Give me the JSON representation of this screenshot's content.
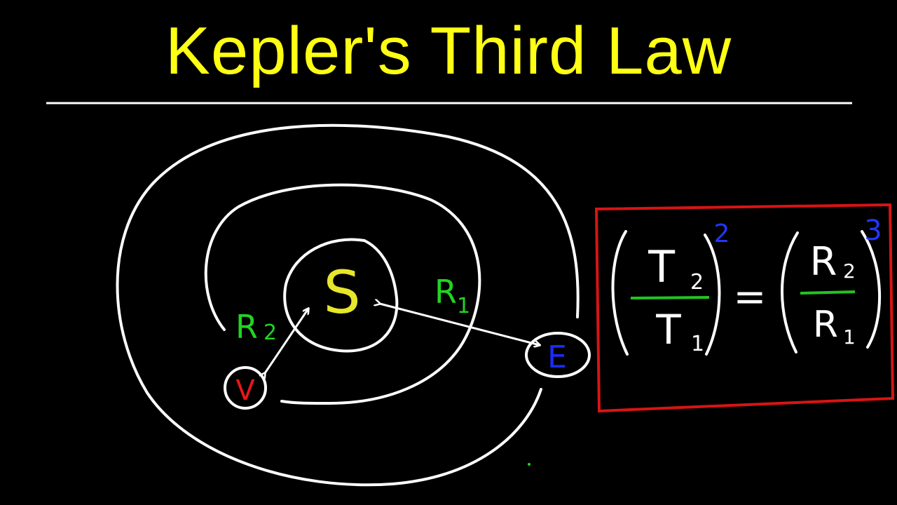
{
  "title": "Kepler's Third Law",
  "diagram": {
    "sun_label": "S",
    "venus_label": "V",
    "earth_label": "E",
    "r1_label": "R",
    "r1_sub": "1",
    "r2_label": "R",
    "r2_sub": "2"
  },
  "formula": {
    "t_num": "T",
    "t_num_sub": "2",
    "t_den": "T",
    "t_den_sub": "1",
    "t_exp": "2",
    "equals": "=",
    "r_num": "R",
    "r_num_sub": "2",
    "r_den": "R",
    "r_den_sub": "1",
    "r_exp": "3"
  },
  "colors": {
    "title": "#ffff14",
    "sun": "#e6e62a",
    "radius_labels": "#22d422",
    "venus": "#e81818",
    "earth": "#1a2cff",
    "exponents": "#2236ff",
    "box": "#d81414",
    "fraction_bar": "#22c422",
    "lines": "#ffffff"
  }
}
